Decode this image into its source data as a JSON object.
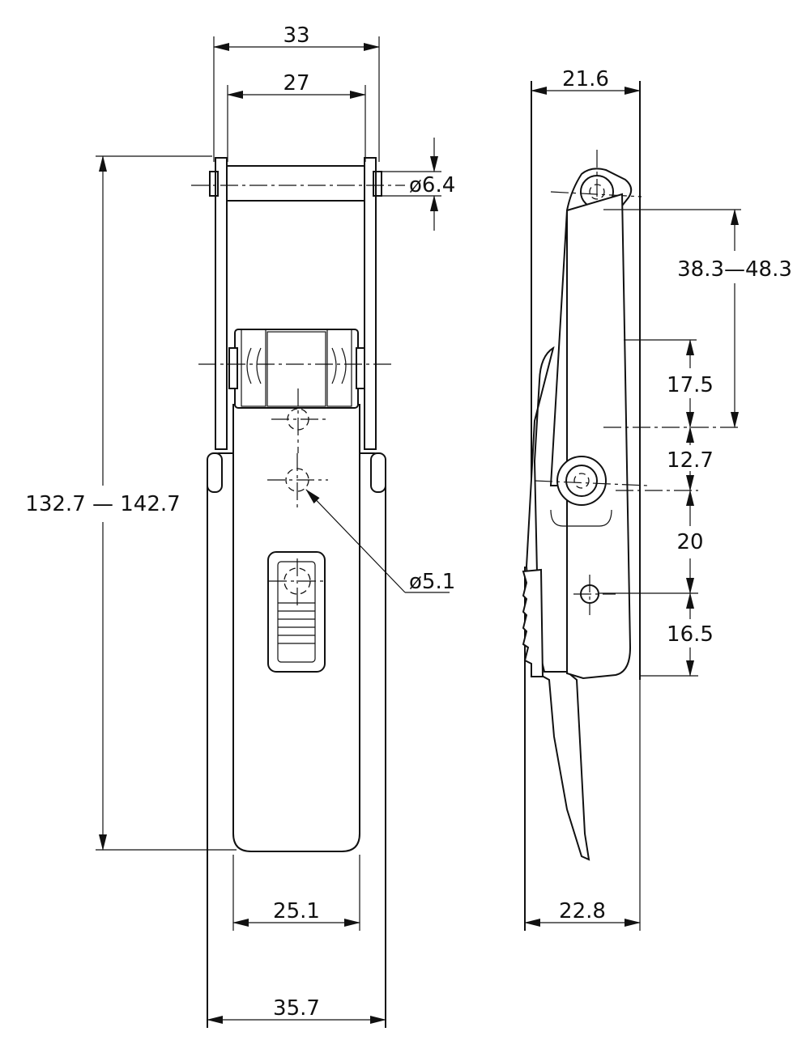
{
  "drawing": {
    "front_view": {
      "dim_overall_width_top": "33",
      "dim_inner_width_top": "27",
      "dim_pin_diameter": "ø6.4",
      "dim_overall_length": "132.7 — 142.7",
      "dim_hole_diameter": "ø5.1",
      "dim_base_width": "25.1",
      "dim_base_outer_width": "35.7"
    },
    "side_view": {
      "dim_top_thickness": "21.6",
      "dim_adjust_range": "38.3—48.3",
      "dim_a": "17.5",
      "dim_b": "12.7",
      "dim_c": "20",
      "dim_d": "16.5",
      "dim_base_thickness": "22.8"
    }
  }
}
